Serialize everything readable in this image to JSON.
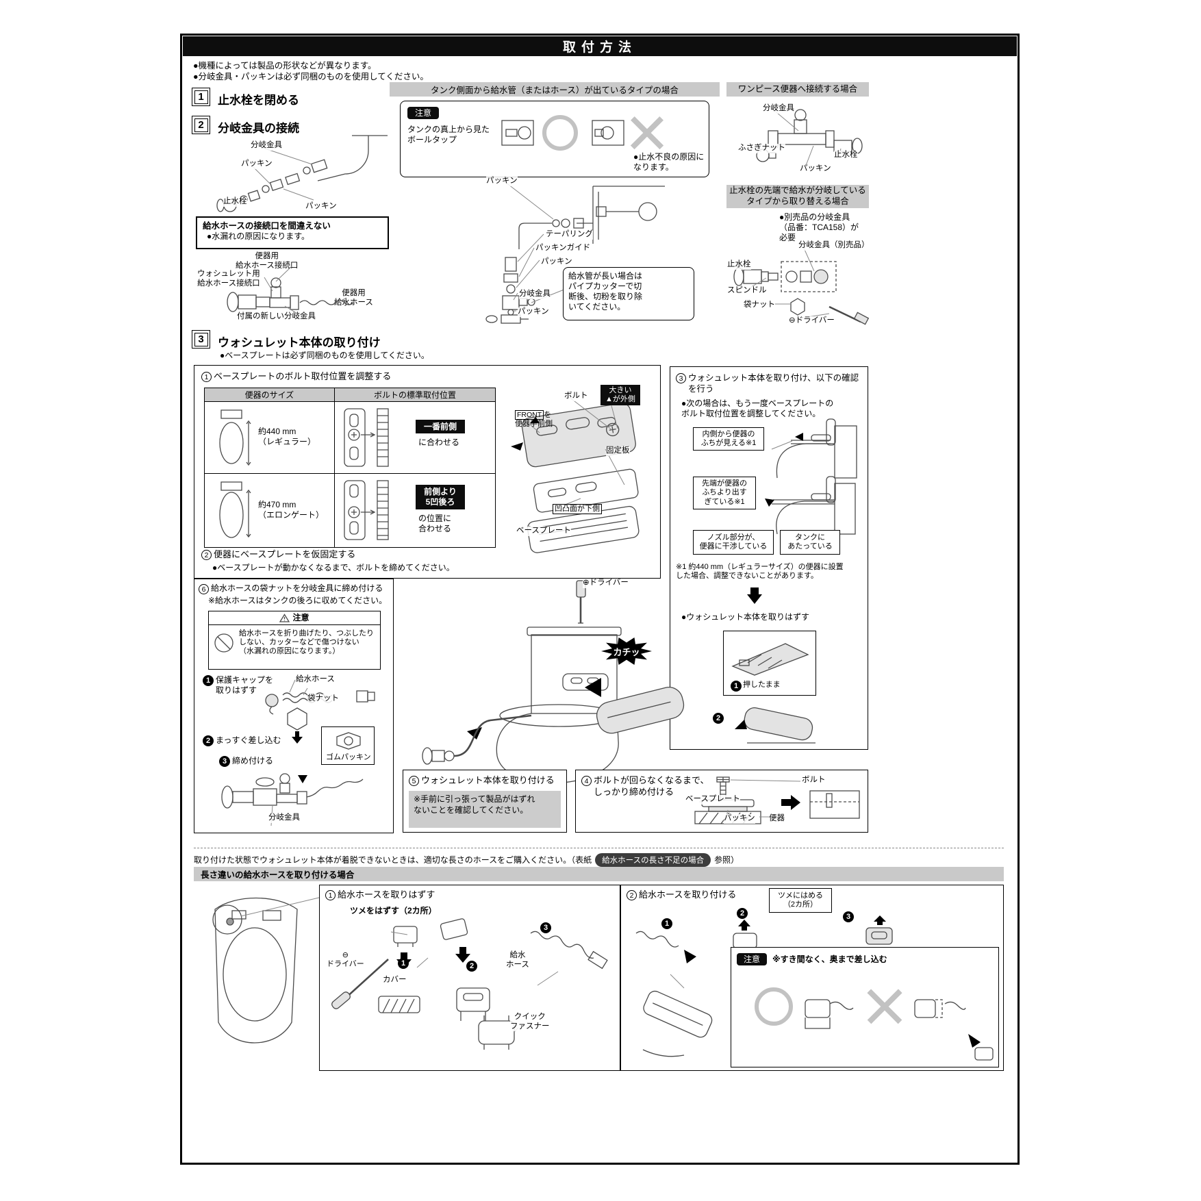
{
  "title": "取付方法",
  "intro_note1": "●機種によっては製品の形状などが異なります。",
  "intro_note2": "●分岐金具・パッキンは必ず同梱のものを使用してください。",
  "step1_num": "1",
  "step1_title": "止水栓を閉める",
  "step2_num": "2",
  "step2_title": "分岐金具の接続",
  "step2": {
    "bunki": "分岐金具",
    "packing_a": "パッキン",
    "shisui": "止水栓",
    "packing_b": "パッキン",
    "warn_title": "給水ホースの接続口を間違えない",
    "warn_body": "●水漏れの原因になります。",
    "benki_port": "便器用\n給水ホース接続口",
    "washlet_port": "ウォシュレット用\n給水ホース接続口",
    "benki_hose": "便器用\n給水ホース",
    "new_fitting": "付属の新しい分岐金具"
  },
  "tank": {
    "title": "タンク側面から給水管（またはホース）が出ているタイプの場合",
    "badge": "注意",
    "text": "タンクの真上から見た\nボールタップ",
    "note": "●止水不良の原因に\nなります。",
    "packing1": "パッキン",
    "taper": "テーパリング",
    "guide": "パッキンガイド",
    "packing2": "パッキン",
    "bunki": "分岐金具",
    "packing3": "パッキン",
    "cutnote": "給水管が長い場合は\nパイプカッターで切\n断後、切粉を取り除\nいてください。"
  },
  "onepiece": {
    "title": "ワンピース便器へ接続する場合",
    "bunki": "分岐金具",
    "fusagi": "ふさぎナット",
    "packing": "パッキン",
    "shisui": "止水栓"
  },
  "replace": {
    "title": "止水栓の先端で給水が分岐している\nタイプから取り替える場合",
    "note": "●別売品の分岐金具\n（品番：TCA158）が\n必要",
    "bunki": "分岐金具（別売品）",
    "shisui": "止水栓",
    "spindle": "スピンドル",
    "nut": "袋ナット",
    "driver": "⊖ドライバー"
  },
  "step3_num": "3",
  "step3_title": "ウォシュレット本体の取り付け",
  "step3_note": "●ベースプレートは必ず同梱のものを使用してください。",
  "adjust": {
    "num": "1",
    "title": "ベースプレートのボルト取付位置を調整する",
    "col1": "便器のサイズ",
    "col2": "ボルトの標準取付位置",
    "r1_size": "約440 mm\n（レギュラー）",
    "r1_badge": "一番前側",
    "r1_after": "に合わせる",
    "r2_size": "約470 mm\n（エロンゲート）",
    "r2_badge": "前側より\n5凹後ろ",
    "r2_after": "の位置に\n合わせる",
    "bolt": "ボルト",
    "outer": "大きい\n▲が外側",
    "front_word": "FRONT",
    "front_suffix": "を",
    "front_line2": "便器手前側",
    "kotei": "固定板",
    "recess": "凹凸面が下側",
    "baseplate": "ベースプレート",
    "fix_num": "2",
    "fix_title": "便器にベースプレートを仮固定する",
    "fix_note": "●ベースプレートが動かなくなるまで、ボルトを締めてください。"
  },
  "check": {
    "num": "3",
    "title": "ウォシュレット本体を取り付け、以下の確認\nを行う",
    "lead": "●次の場合は、もう一度ベースプレートの\nボルト取付位置を調整してください。",
    "cond1": "内側から便器の\nふちが見える※1",
    "cond2": "先端が便器の\nふちより出す\nぎている※1",
    "cond3": "ノズル部分が、\n便器に干渉している",
    "cond4": "タンクに\nあたっている",
    "footnote": "※1 約440 mm（レギュラーサイズ）の便器に設置\nした場合、調整できないことがあります。",
    "remove": "●ウォシュレット本体を取りはずす",
    "hold_num": "1",
    "hold": "押したまま",
    "num2": "2"
  },
  "hose": {
    "num": "6",
    "title": "給水ホースの袋ナットを分岐金具に締め付ける",
    "subtitle": "※給水ホースはタンクの後ろに収めてください。",
    "caution": "注意",
    "caution_body": "給水ホースを折り曲げたり、つぶしたり\nしない、カッターなどで傷つけない\n（水漏れの原因になります。）",
    "a_num": "1",
    "a": "保護キャップを\n取りはずす",
    "hose_lbl": "給水ホース",
    "nut": "袋ナット",
    "gom": "ゴムパッキン",
    "b_num": "2",
    "b": "まっすぐ差し込む",
    "c_num": "3",
    "c": "締め付ける",
    "bunki": "分岐金具"
  },
  "center_driver": "⊕ドライバー",
  "center_kachi": "カチッ",
  "attach": {
    "num": "5",
    "title": "ウォシュレット本体を取り付ける",
    "note": "※手前に引っ張って製品がはずれ\nないことを確認してください。"
  },
  "tighten": {
    "num": "4",
    "title": "ボルトが回らなくなるまで、\nしっかり締め付ける",
    "bolt": "ボルト",
    "baseplate": "ベースプレート",
    "packing": "パッキン",
    "benki": "便器"
  },
  "purchase_pre": "取り付けた状態でウォシュレット本体が着脱できないときは、適切な長さのホースをご購入ください。（表紙",
  "purchase_badge": "給水ホースの長さ不足の場合",
  "purchase_post": "参照）",
  "alt": {
    "header": "長さ違いの給水ホースを取り付ける場合",
    "b1_num": "1",
    "b1_title": "給水ホースを取りはずす",
    "b1_tsume": "ツメをはずす（2カ所）",
    "b1_driver": "⊖\nドライバー",
    "b1_n1": "1",
    "b1_cover": "カバー",
    "b1_n2": "2",
    "b1_hose": "給水\nホース",
    "b1_n3": "3",
    "b1_fastener": "クイック\nファスナー",
    "b2_num": "2",
    "b2_title": "給水ホースを取り付ける",
    "b2_n1": "1",
    "b2_n2": "2",
    "b2_n3": "3",
    "b2_tsume": "ツメにはめる\n（2カ所）",
    "b2_caution": "注意",
    "b2_note": "※すき間なく、奥まで差し込む"
  }
}
